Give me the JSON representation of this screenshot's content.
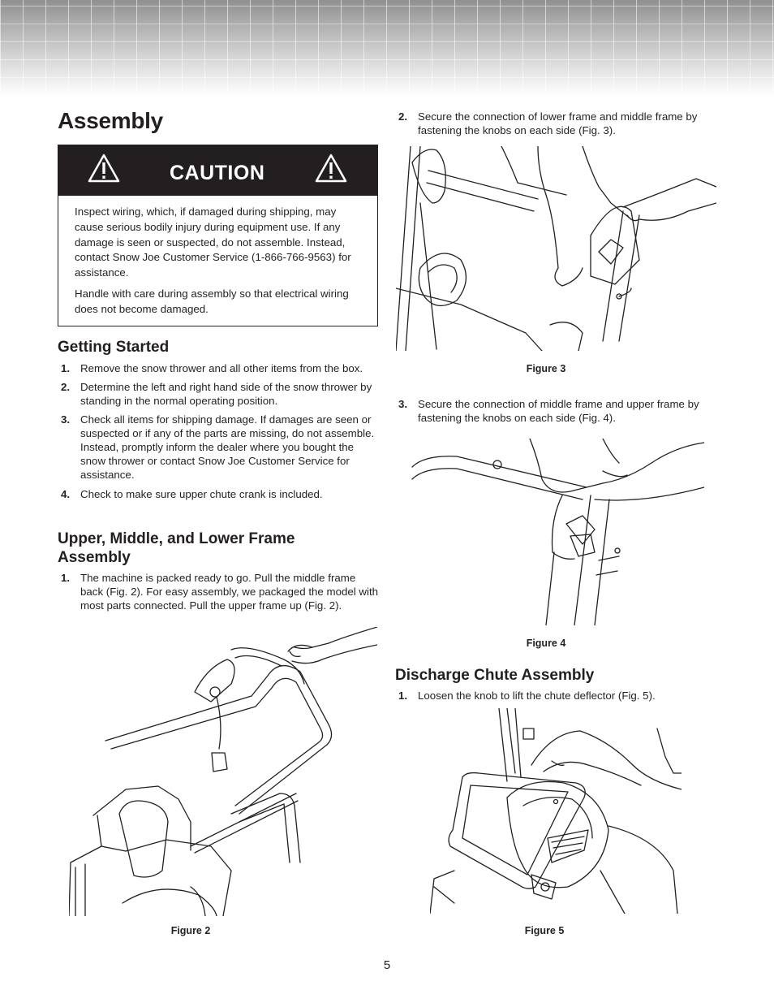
{
  "page_title": "Assembly",
  "caution": {
    "heading": "CAUTION",
    "icon": "warning-triangle-icon",
    "paragraphs": [
      "Inspect wiring, which, if damaged during shipping, may cause serious bodily injury during equipment use. If any damage is seen or suspected, do not assemble. Instead, contact Snow Joe Customer Service (1-866-766-9563) for assistance.",
      "Handle with care during assembly so that electrical wiring does not become damaged."
    ]
  },
  "getting_started": {
    "heading": "Getting Started",
    "steps": [
      {
        "num": "1.",
        "text": "Remove the snow thrower and all other items from the box."
      },
      {
        "num": "2.",
        "text": "Determine the left and right hand side of the snow thrower by standing in the normal operating position."
      },
      {
        "num": "3.",
        "text": "Check all items for shipping damage. If damages are seen or suspected or if any of the parts are missing, do not assemble. Instead, promptly inform the dealer where you bought the snow thrower or contact Snow Joe Customer Service for assistance."
      },
      {
        "num": "4.",
        "text": "Check to make sure upper chute crank is included."
      }
    ]
  },
  "frame_assembly": {
    "heading": "Upper, Middle, and Lower Frame Assembly",
    "steps": [
      {
        "num": "1.",
        "text": "The machine is packed ready to go. Pull the middle frame back (Fig. 2). For easy assembly, we packaged the model with most parts connected. Pull the upper frame up (Fig. 2)."
      },
      {
        "num": "2.",
        "text": "Secure the connection of lower frame and middle frame by fastening the knobs on each side (Fig. 3)."
      },
      {
        "num": "3.",
        "text": "Secure the connection of middle frame and upper frame by fastening the knobs on each side (Fig. 4)."
      }
    ]
  },
  "chute_assembly": {
    "heading": "Discharge Chute Assembly",
    "steps": [
      {
        "num": "1.",
        "text": "Loosen the knob to lift the chute deflector (Fig. 5)."
      }
    ]
  },
  "figures": {
    "fig2": "Figure 2",
    "fig3": "Figure 3",
    "fig4": "Figure 4",
    "fig5": "Figure 5"
  },
  "page_number": "5"
}
